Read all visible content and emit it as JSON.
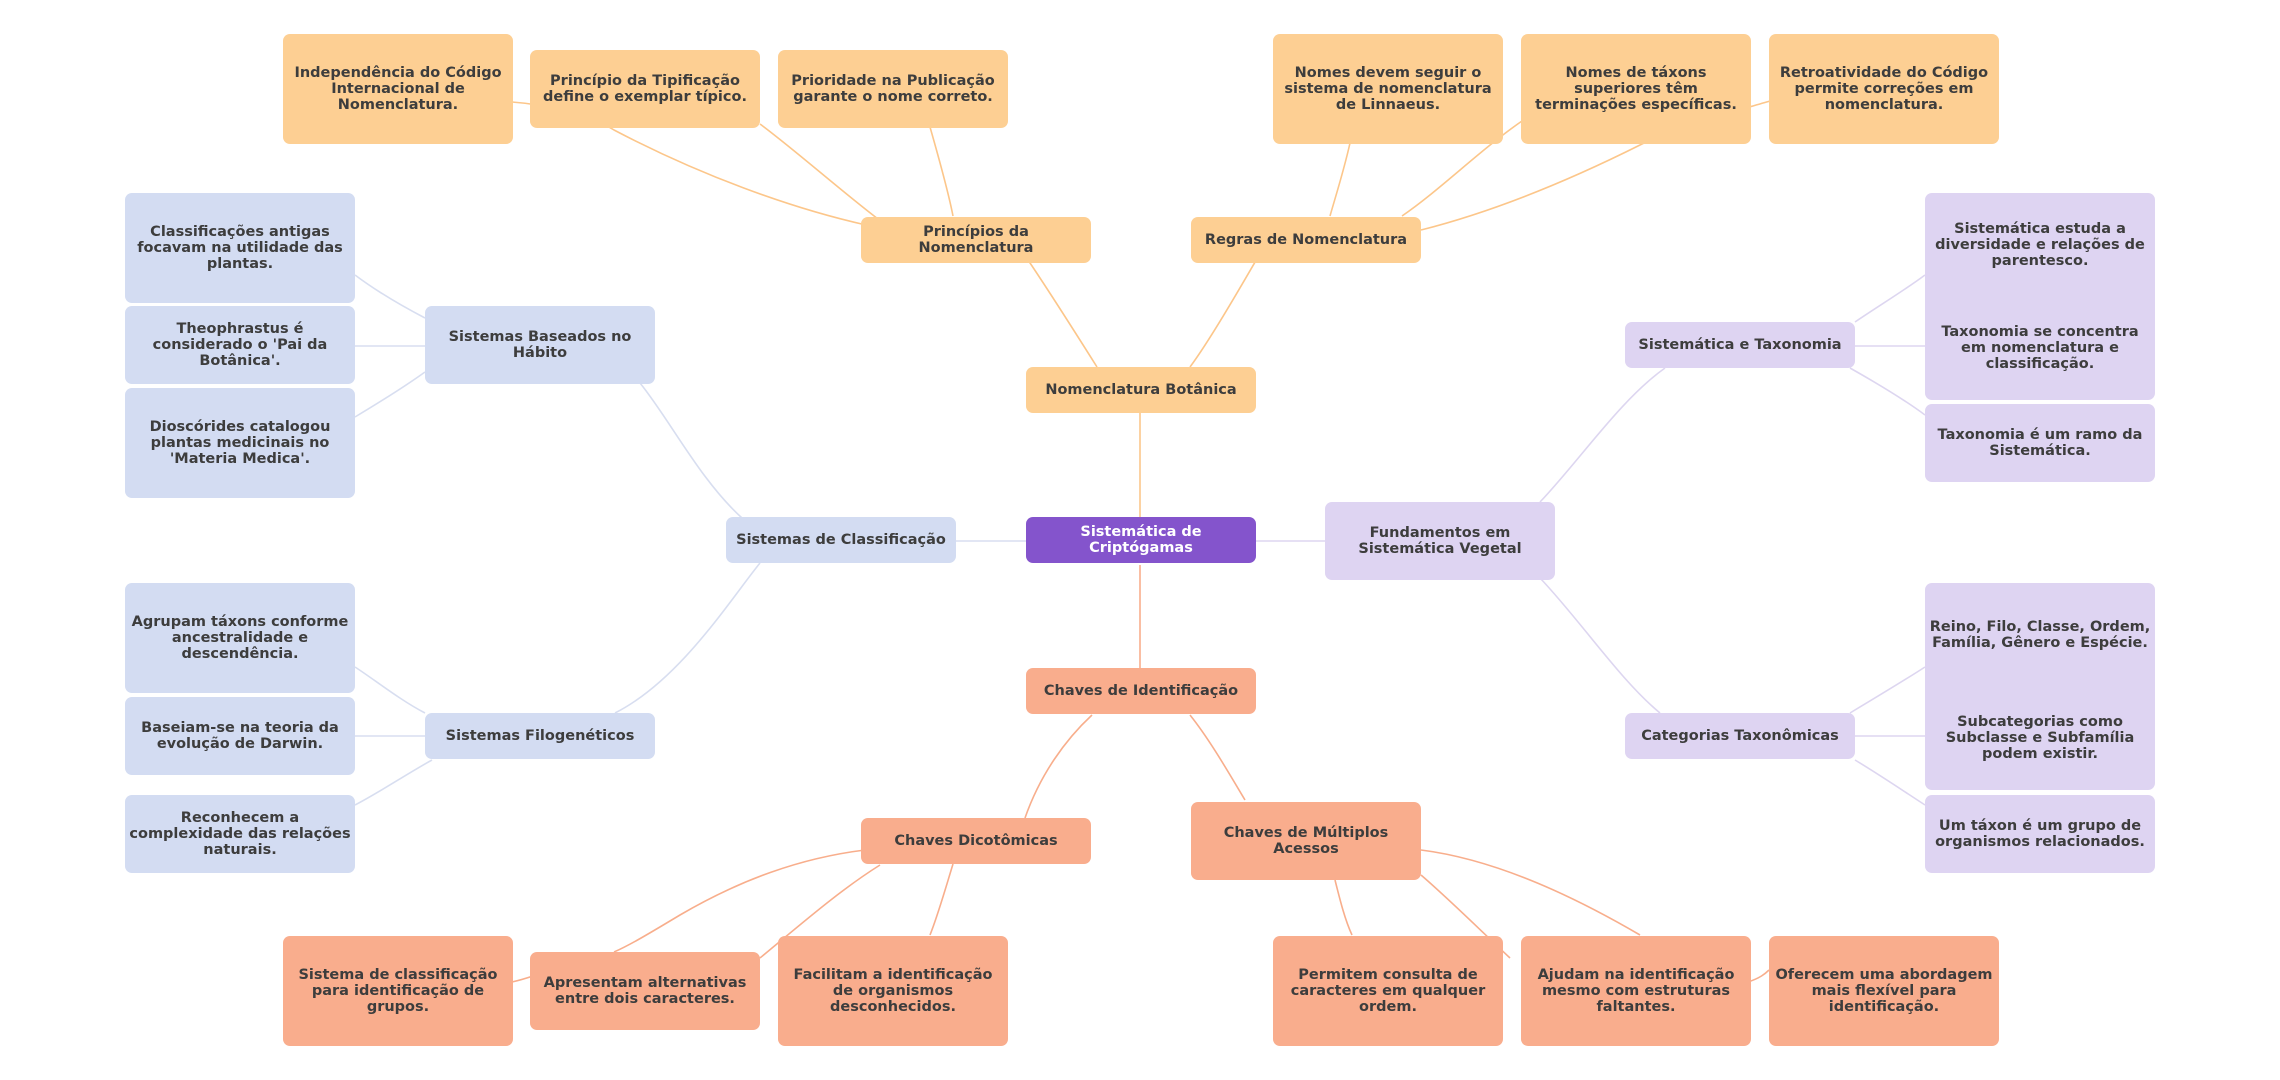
{
  "colors": {
    "nomenclatura": "#fdcf93",
    "classificacao": "#d3dcf2",
    "fundamentos": "#ded4f2",
    "chaves": "#f9ad8d",
    "root": "#8454cc",
    "edge_orange": "#fcc68a",
    "edge_blue": "#d8def0",
    "edge_purple": "#ddd6f0",
    "edge_salmon": "#f8ae8c"
  },
  "root": {
    "label": "Sistemática de Criptógamas"
  },
  "nomenclatura": {
    "label": "Nomenclatura Botânica",
    "principios": {
      "label": "Princípios da Nomenclatura",
      "leaves": [
        "Independência do Código Internacional de Nomenclatura.",
        "Princípio da Tipificação define o exemplar típico.",
        "Prioridade na Publicação garante o nome correto."
      ]
    },
    "regras": {
      "label": "Regras de Nomenclatura",
      "leaves": [
        "Nomes devem seguir o sistema de nomenclatura de Linnaeus.",
        "Nomes de táxons superiores têm terminações específicas.",
        "Retroatividade do Código permite correções em nomenclatura."
      ]
    }
  },
  "classificacao": {
    "label": "Sistemas de Classificação",
    "habito": {
      "label": "Sistemas Baseados no Hábito",
      "leaves": [
        "Classificações antigas focavam na utilidade das plantas.",
        "Theophrastus é considerado o 'Pai da Botânica'.",
        "Dioscórides catalogou plantas medicinais no 'Materia Medica'."
      ]
    },
    "filogeneticos": {
      "label": "Sistemas Filogenéticos",
      "leaves": [
        "Agrupam táxons conforme ancestralidade e descendência.",
        "Baseiam-se na teoria da evolução de Darwin.",
        "Reconhecem a complexidade das relações naturais."
      ]
    }
  },
  "fundamentos": {
    "label": "Fundamentos em Sistemática Vegetal",
    "sistematica": {
      "label": "Sistemática e Taxonomia",
      "leaves": [
        "Sistemática estuda a diversidade e relações de parentesco.",
        "Taxonomia se concentra em nomenclatura e classificação.",
        "Taxonomia é um ramo da Sistemática."
      ]
    },
    "categorias": {
      "label": "Categorias Taxonômicas",
      "leaves": [
        "Reino, Filo, Classe, Ordem, Família, Gênero e Espécie.",
        "Subcategorias como Subclasse e Subfamília podem existir.",
        "Um táxon é um grupo de organismos relacionados."
      ]
    }
  },
  "chaves": {
    "label": "Chaves de Identificação",
    "dicotomicas": {
      "label": "Chaves Dicotômicas",
      "leaves": [
        "Sistema de classificação para identificação de grupos.",
        "Apresentam alternativas entre dois caracteres.",
        "Facilitam a identificação de organismos desconhecidos."
      ]
    },
    "multiplos": {
      "label": "Chaves de Múltiplos Acessos",
      "leaves": [
        "Permitem consulta de caracteres em qualquer ordem.",
        "Ajudam na identificação mesmo com estruturas faltantes.",
        "Oferecem uma abordagem mais flexível para identificação."
      ]
    }
  }
}
